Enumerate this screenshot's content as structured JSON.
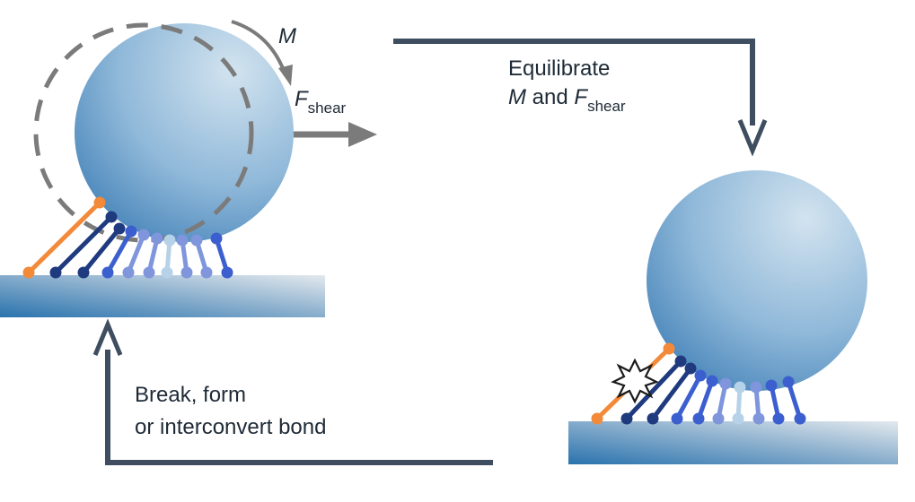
{
  "labels": {
    "moment_symbol": "M",
    "shear_symbol": "F",
    "shear_subscript": "shear",
    "equilibrate_line1": "Equilibrate",
    "equilibrate_m": "M",
    "equilibrate_and": " and ",
    "equilibrate_f": "F",
    "equilibrate_subscript": "shear",
    "break_line1": "Break, form",
    "break_line2": "or interconvert bond"
  },
  "colors": {
    "arrow_flow": "#3e4d5f",
    "arrow_force": "#7b7b7b",
    "dashed_circle": "#7b7b7b",
    "sphere_light": "#d2e3ef",
    "sphere_dark": "#3f7fb6",
    "surface_dark": "#2a73ae",
    "surface_light": "#e3e9ee",
    "bond_highlight": "#f28a3a",
    "bond_dark": "#1f3a7e",
    "bond_mid": "#3c5fcf",
    "bond_light": "#7f95dc",
    "bond_pale": "#b6d2e8"
  },
  "icons": [
    "moment-arrow-icon",
    "shear-force-arrow-icon",
    "flow-arrow-icon",
    "bond-break-burst-icon"
  ]
}
